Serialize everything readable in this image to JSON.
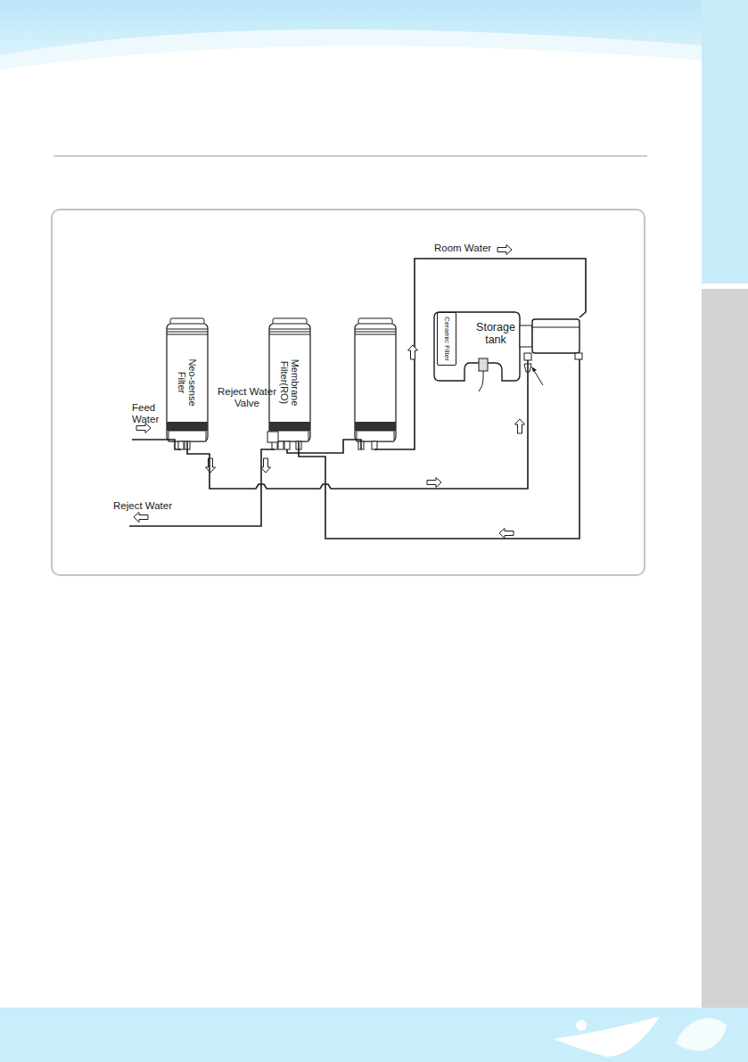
{
  "diagram": {
    "nodes": [
      {
        "text": [
          "Neo-sense Filter"
        ]
      },
      {
        "text": [
          "Membrane Filter(RO)"
        ]
      },
      {
        "text": [
          "Storage tank"
        ]
      },
      {
        "text": [
          "Ceramic Filter"
        ],
        "in": 2
      }
    ],
    "edges": [
      {
        "from": 0,
        "to": 2,
        "arrow": "none"
      },
      {
        "from": 2,
        "to": 1,
        "arrow": "none"
      }
    ],
    "labels": [
      "Room Water",
      "Feed Water",
      "Reject Water Valve",
      "Reject Water"
    ]
  }
}
